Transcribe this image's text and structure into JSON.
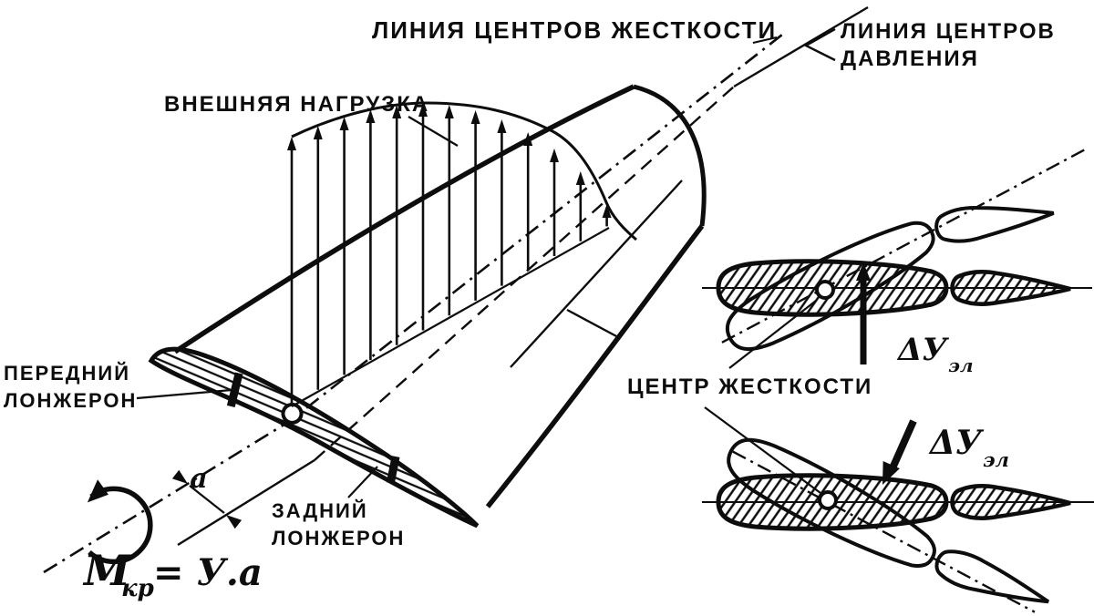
{
  "colors": {
    "ink": "#0d0d0d",
    "paper": "#ffffff"
  },
  "main": {
    "stiffness_line_label": "ЛИНИЯ ЦЕНТРОВ ЖЕСТКОСТИ",
    "pressure_line_label_1": "ЛИНИЯ ЦЕНТРОВ",
    "pressure_line_label_2": "ДАВЛЕНИЯ",
    "external_load_label": "ВНЕШНЯЯ НАГРУЗКА",
    "front_spar_label_1": "ПЕРЕДНИЙ",
    "front_spar_label_2": "ЛОНЖЕРОН",
    "rear_spar_label_1": "ЗАДНИЙ",
    "rear_spar_label_2": "ЛОНЖЕРОН",
    "moment_symbol": "М",
    "moment_subscript": "кр",
    "moment_expression": "= У.а",
    "arm_label": "а"
  },
  "sections": {
    "center_label": "ЦЕНТР ЖЕСТКОСТИ",
    "force_symbol": "ΔУ",
    "force_subscript": "эл"
  }
}
